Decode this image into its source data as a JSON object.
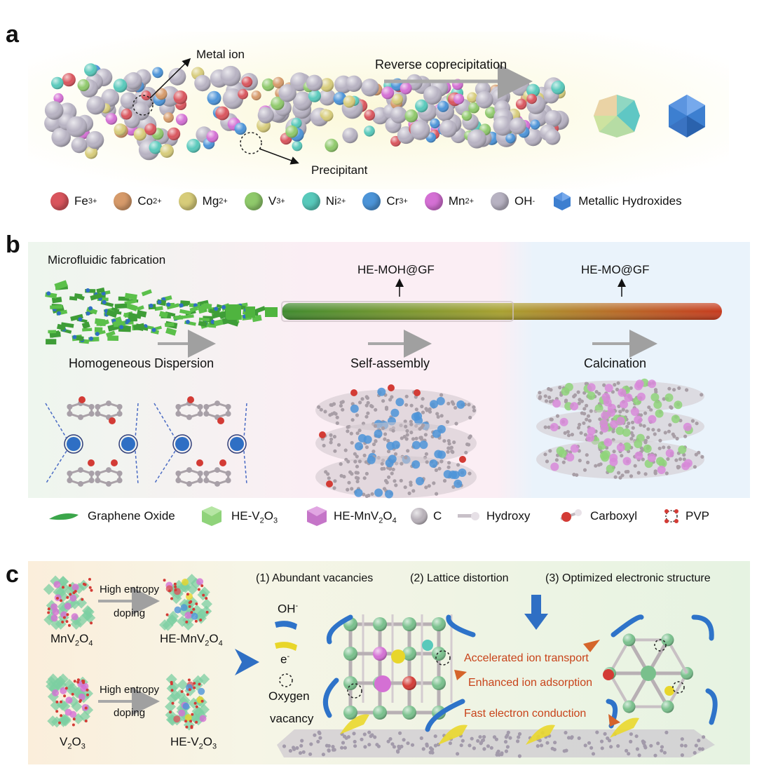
{
  "panel_a": {
    "letter": "a",
    "metal_ion": "Metal ion",
    "reverse_coprecipitation": "Reverse coprecipitation",
    "precipitant": "Precipitant",
    "legend": [
      {
        "label": "Fe",
        "sup": "3+",
        "color": "#d9555d"
      },
      {
        "label": "Co",
        "sup": "2+",
        "color": "#d69a6a"
      },
      {
        "label": "Mg",
        "sup": "2+",
        "color": "#d7cc7a"
      },
      {
        "label": "V",
        "sup": "3+",
        "color": "#8fc96b"
      },
      {
        "label": "Ni",
        "sup": "2+",
        "color": "#58c9bb"
      },
      {
        "label": "Cr",
        "sup": "3+",
        "color": "#4c94d8"
      },
      {
        "label": "Mn",
        "sup": "2+",
        "color": "#d470d4"
      },
      {
        "label": "OH",
        "sup": "-",
        "color": "#b7b2c2"
      }
    ],
    "metallic_hydroxides": "Metallic Hydroxides"
  },
  "panel_b": {
    "letter": "b",
    "microfluidic": "Microfluidic fabrication",
    "he_moh_gf": "HE-MOH@GF",
    "he_mo_gf": "HE-MO@GF",
    "homogeneous": "Homogeneous Dispersion",
    "self_assembly": "Self-assembly",
    "calcination": "Calcination",
    "legend": {
      "graphene_oxide": "Graphene Oxide",
      "he_v2o3": "HE-V",
      "he_v2o3_s1": "2",
      "he_v2o3_o": "O",
      "he_v2o3_s2": "3",
      "he_mnv2o4": "HE-MnV",
      "he_mnv2o4_s1": "2",
      "he_mnv2o4_o": "O",
      "he_mnv2o4_s2": "4",
      "c": "C",
      "hydroxy": "Hydroxy",
      "carboxyl": "Carboxyl",
      "pvp": "PVP"
    }
  },
  "panel_c": {
    "letter": "c",
    "high_entropy_1": "High entropy",
    "doping_1": "doping",
    "high_entropy_2": "High entropy",
    "doping_2": "doping",
    "mnv2o4": "MnV",
    "mnv2o4_s1": "2",
    "mnv2o4_o": "O",
    "mnv2o4_s2": "4",
    "he_mnv2o4": "HE-MnV",
    "he_mnv2o4_s1": "2",
    "he_mnv2o4_o": "O",
    "he_mnv2o4_s2": "4",
    "v2o3": "V",
    "v2o3_s1": "2",
    "v2o3_o": "O",
    "v2o3_s2": "3",
    "he_v2o3": "HE-V",
    "he_v2o3_s1": "2",
    "he_v2o3_o": "O",
    "he_v2o3_s2": "3",
    "oh": "OH",
    "oh_sup": "-",
    "e": "e",
    "e_sup": "-",
    "oxygen": "Oxygen",
    "vacancy": "vacancy",
    "feature1": "(1) Abundant vacancies",
    "feature2": "(2) Lattice distortion",
    "feature3": "(3) Optimized electronic structure",
    "accelerated": "Accelerated ion transport",
    "enhanced": "Enhanced ion adsorption",
    "fast": "Fast electron conduction"
  }
}
